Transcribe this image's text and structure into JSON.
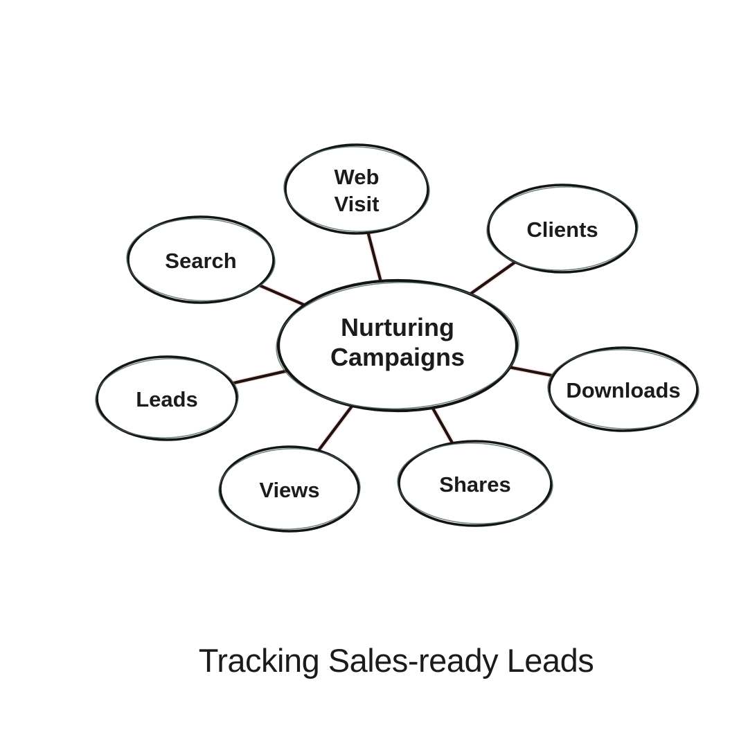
{
  "diagram": {
    "caption": "Tracking Sales-ready Leads",
    "center": {
      "label": "Nurturing Campaigns",
      "lines": [
        "Nurturing",
        "Campaigns"
      ]
    },
    "nodes": [
      {
        "id": "web-visit",
        "label": "Web Visit",
        "lines": [
          "Web",
          "Visit"
        ]
      },
      {
        "id": "clients",
        "label": "Clients"
      },
      {
        "id": "search",
        "label": "Search"
      },
      {
        "id": "leads",
        "label": "Leads"
      },
      {
        "id": "downloads",
        "label": "Downloads"
      },
      {
        "id": "views",
        "label": "Views"
      },
      {
        "id": "shares",
        "label": "Shares"
      }
    ]
  },
  "colors": {
    "bg": "#ffffff",
    "ink": "#141414",
    "ink-soft": "#4a6060",
    "line": "#1f1312",
    "line-halo": "#f0b4ac",
    "text": "#1b1b1b"
  }
}
